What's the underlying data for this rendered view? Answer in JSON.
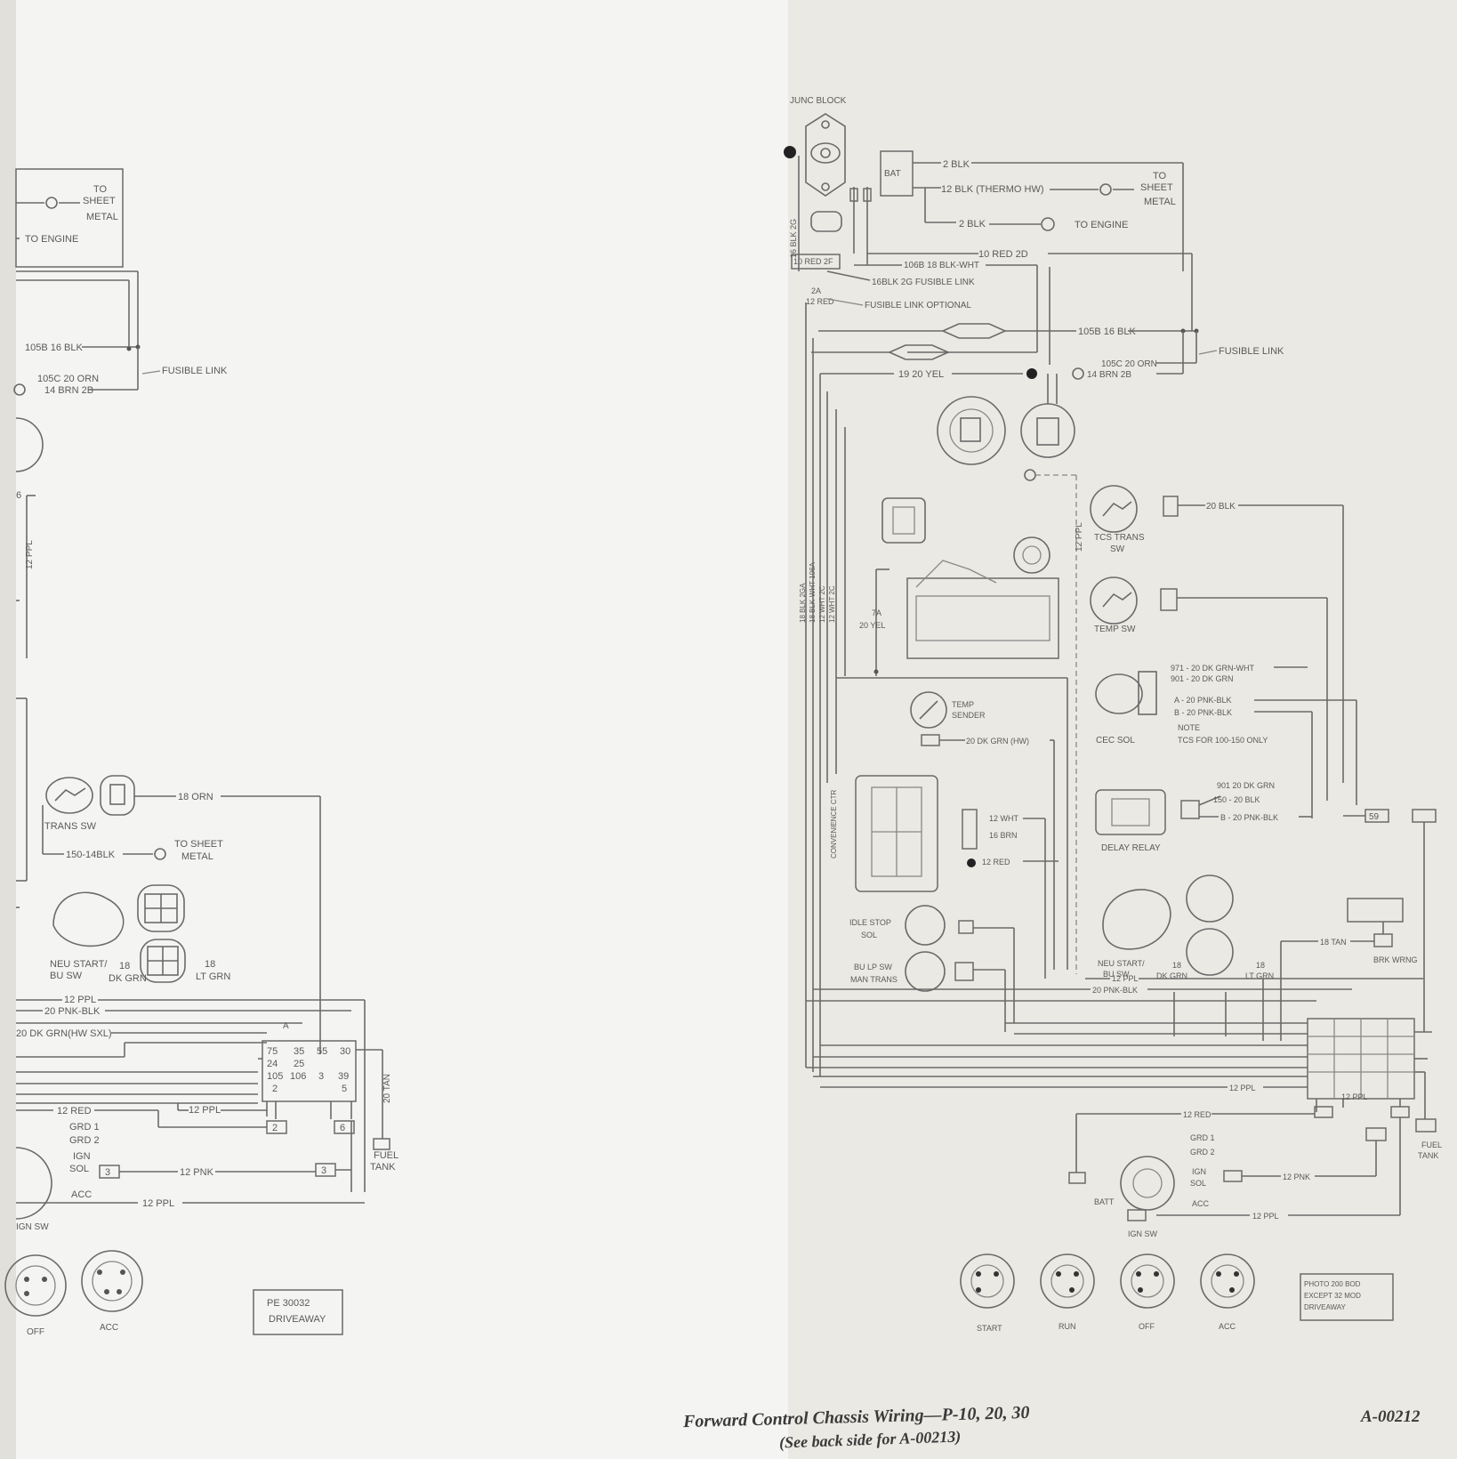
{
  "left_page": {
    "labels": {
      "to_sheet_metal_top": [
        "TO",
        "SHEET",
        "METAL"
      ],
      "to_engine": "TO ENGINE",
      "wire_105b": "105B 16 BLK",
      "wire_105c": "105C 20 ORN",
      "wire_14brn": "14 BRN 2B",
      "fusible_link": "FUSIBLE LINK",
      "wire_6": "6",
      "wire_12ppl_v": "12 PPL",
      "trans_sw": "TRANS SW",
      "wire_18orn": "18 ORN",
      "wire_150": "150-14BLK",
      "to_sheet_metal": [
        "TO SHEET",
        "METAL"
      ],
      "neu_start": [
        "NEU START/",
        "BU SW"
      ],
      "wire_18_dkgrn": [
        "18",
        "DK GRN"
      ],
      "wire_18_ltgrn": [
        "18",
        "LT GRN"
      ],
      "wire_12ppl": "12 PPL",
      "wire_20pnkblk": "20 PNK-BLK",
      "wire_20dkgrn": "20 DK GRN(HW SXL)",
      "wire_A": "A",
      "connector_cells": [
        "75",
        "35",
        "55",
        "30",
        "24",
        "25",
        "105",
        "106",
        "3",
        "39",
        "2",
        "5"
      ],
      "wire_12ppl_b": "12 PPL",
      "wire_20tan": "20 TAN",
      "fuel_tank": [
        "FUEL",
        "TANK"
      ],
      "wire_12red": "12 RED",
      "grd1": "GRD 1",
      "grd2": "GRD 2",
      "ign": "IGN",
      "sol": "SOL",
      "acc": "ACC",
      "wire_12pnk": "12 PNK",
      "wire_12ppl_c": "12 PPL",
      "ign_sw": "IGN SW",
      "num_2": "2",
      "num_6": "6",
      "num_3": "3",
      "num_3b": "3",
      "num_5": "5",
      "off": "OFF",
      "acc_pos": "ACC",
      "ref_box": [
        "PE 30032",
        "DRIVEAWAY"
      ]
    }
  },
  "right_page": {
    "labels": {
      "junc_block": "JUNC BLOCK",
      "bat": "BAT",
      "wire_2blk": "2 BLK",
      "wire_12blk": "12 BLK (THERMO HW)",
      "to_sheet_metal": [
        "TO",
        "SHEET",
        "METAL"
      ],
      "wire_2blk_b": "2 BLK",
      "to_engine": "TO ENGINE",
      "wire_10red": "10 RED  2D",
      "wire_106b": "106B 18 BLK-WHT",
      "wire_10red_2f": "10 RED 2F",
      "wire_16blk_2g": "16BLK 2G FUSIBLE LINK",
      "wire_2a": [
        "2A",
        "12 RED"
      ],
      "fusible_opt": "FUSIBLE LINK OPTIONAL",
      "wire_16blk_v": "16 BLK  2G",
      "wire_105b": "105B 16 BLK",
      "wire_105c": "105C 20 ORN",
      "wire_14brn": "14 BRN  2B",
      "fusible_link": "FUSIBLE LINK",
      "wire_19": "19  20 YEL",
      "wire_12ppl_v": "12 PPL",
      "tcs_trans": [
        "TCS TRANS",
        "SW"
      ],
      "wire_20blk": "20 BLK",
      "temp_sw": "TEMP SW",
      "wire_7a": [
        "7A",
        "20 YEL"
      ],
      "cec_sol": "CEC SOL",
      "wire_971": "971 - 20 DK GRN-WHT",
      "wire_901": "901 - 20 DK GRN",
      "wire_pnkblk_a": "A - 20 PNK-BLK",
      "wire_pnkblk_b": "B - 20 PNK-BLK",
      "note": [
        "NOTE",
        "TCS FOR 100-150 ONLY"
      ],
      "temp_sender": [
        "TEMP",
        "SENDER"
      ],
      "wire_20dkgrn_hw": "20 DK GRN (HW)",
      "wire_901b": "901  20 DK GRN",
      "wire_150": "150 - 20 BLK",
      "wire_b_pnkblk": "B - 20 PNK-BLK",
      "delay_relay": "DELAY RELAY",
      "wire_12wht": "12 WHT",
      "wire_16brn": "16 BRN",
      "wire_12red_c": "12 RED",
      "idle_stop": [
        "IDLE STOP",
        "SOL"
      ],
      "bu_lp_sw": [
        "BU LP SW",
        "MAN TRANS"
      ],
      "neu_start": [
        "NEU START/",
        "BU SW"
      ],
      "wire_18dkgrn": [
        "18",
        "DK GRN"
      ],
      "wire_18ltgrn": [
        "18",
        "LT GRN"
      ],
      "wire_18tan": "18 TAN",
      "brk_wrng": "BRK WRNG",
      "wire_12ppl": "12 PPL",
      "wire_20pnkblk": "20 PNK-BLK",
      "num_59": "59",
      "fuel_tank": [
        "FUEL",
        "TANK"
      ],
      "wire_12ppl_b": "12 PPL",
      "wire_12ppl_c": "12 PPL",
      "wire_12red": "12 RED",
      "grd1": "GRD 1",
      "grd2": "GRD 2",
      "ign": "IGN",
      "sol": "SOL",
      "bat_term": "BATT",
      "acc": "ACC",
      "wire_12pnk": "12 PNK",
      "wire_12ppl_d": "12 PPL",
      "ign_sw": "IGN SW",
      "start": "START",
      "run": "RUN",
      "off": "OFF",
      "acc_pos": "ACC",
      "ref_box": [
        "PHOTO 200 BOD",
        "EXCEPT 32 MOD",
        "DRIVEAWAY"
      ]
    }
  },
  "captions": {
    "ref_id": "A-00212",
    "title": "Forward Control Chassis Wiring—P-10, 20, 30",
    "subtitle": "(See back side for A-00213)"
  }
}
